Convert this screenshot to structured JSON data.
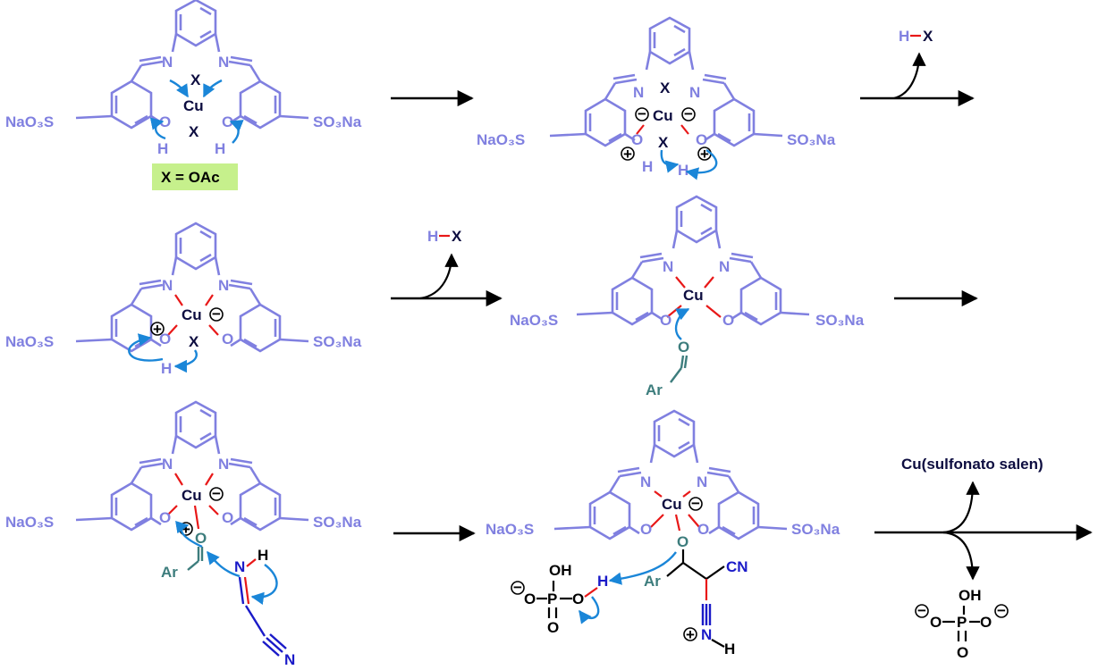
{
  "labels": {
    "n": "N",
    "cu": "Cu",
    "x": "X",
    "h": "H",
    "o": "O",
    "naO3S": "NaO₃S",
    "so3Na": "SO₃Na",
    "hx": "H–X",
    "ar": "Ar",
    "cn": "CN",
    "p": "P",
    "oh": "OH",
    "x_eq_oac": "X = OAc",
    "cu_salen": "Cu(sulfonato salen)",
    "minus": "−",
    "plus": "+"
  },
  "colors": {
    "ligand": "#8080e0",
    "metal": "#0d0d40",
    "bond_red": "#e81818",
    "curved_arrow": "#1a86d8",
    "nitrile": "#1a1ac8",
    "aryl": "#3d7d7d",
    "highlight": "#c6f08c"
  }
}
